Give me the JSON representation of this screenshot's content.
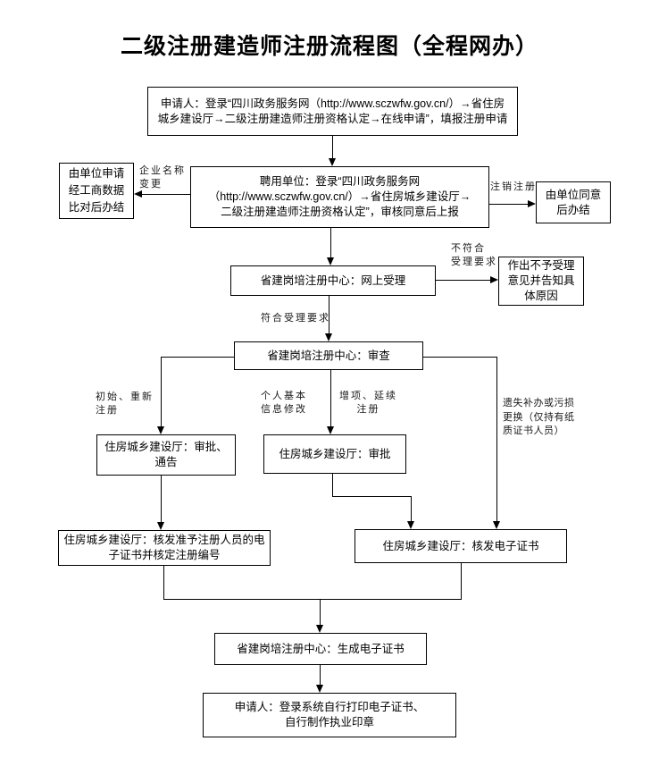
{
  "title": "二级注册建造师注册流程图（全程网办）",
  "nodes": {
    "applicant_apply": "申请人：登录“四川政务服务网（http://www.sczwfw.gov.cn/）→省住房\n城乡建设厅→二级注册建造师注册资格认定→在线申请”，填报注册申请",
    "employer_report": "聘用单位：登录“四川政务服务网\n（http://www.sczwfw.gov.cn/）→省住房城乡建设厅→\n二级注册建造师注册资格认定”，审核同意后上报",
    "unit_apply_close": "由单位申请\n经工商数据\n比对后办结",
    "unit_agree_close": "由单位同意\n后办结",
    "online_acceptance": "省建岗培注册中心：网上受理",
    "reject_notice": "作出不予受理\n意见并告知具\n体原因",
    "review": "省建岗培注册中心：审查",
    "approve_announce": "住房城乡建设厅：审批、\n通告",
    "approve": "住房城乡建设厅：审批",
    "issue_cert_and_number": "住房城乡建设厅：核发准予注册人员的电\n子证书并核定注册编号",
    "issue_ecert": "住房城乡建设厅：核发电子证书",
    "generate_ecert": "省建岗培注册中心：生成电子证书",
    "applicant_print": "申请人：登录系统自行打印电子证书、\n自行制作执业印章"
  },
  "edge_labels": {
    "enterprise_name_change": "企业名称\n变更",
    "deregistration": "注销注册",
    "not_meet_requirements": "不符合\n受理要求",
    "meet_requirements": "符合受理要求",
    "initial_reregistration": "初始、重新\n注册",
    "personal_info_change": "个人基本\n信息修改",
    "additional_renewal": "增项、延续\n注册",
    "lost_replacement": "遗失补办或污损\n更换（仅持有纸\n质证书人员）"
  }
}
